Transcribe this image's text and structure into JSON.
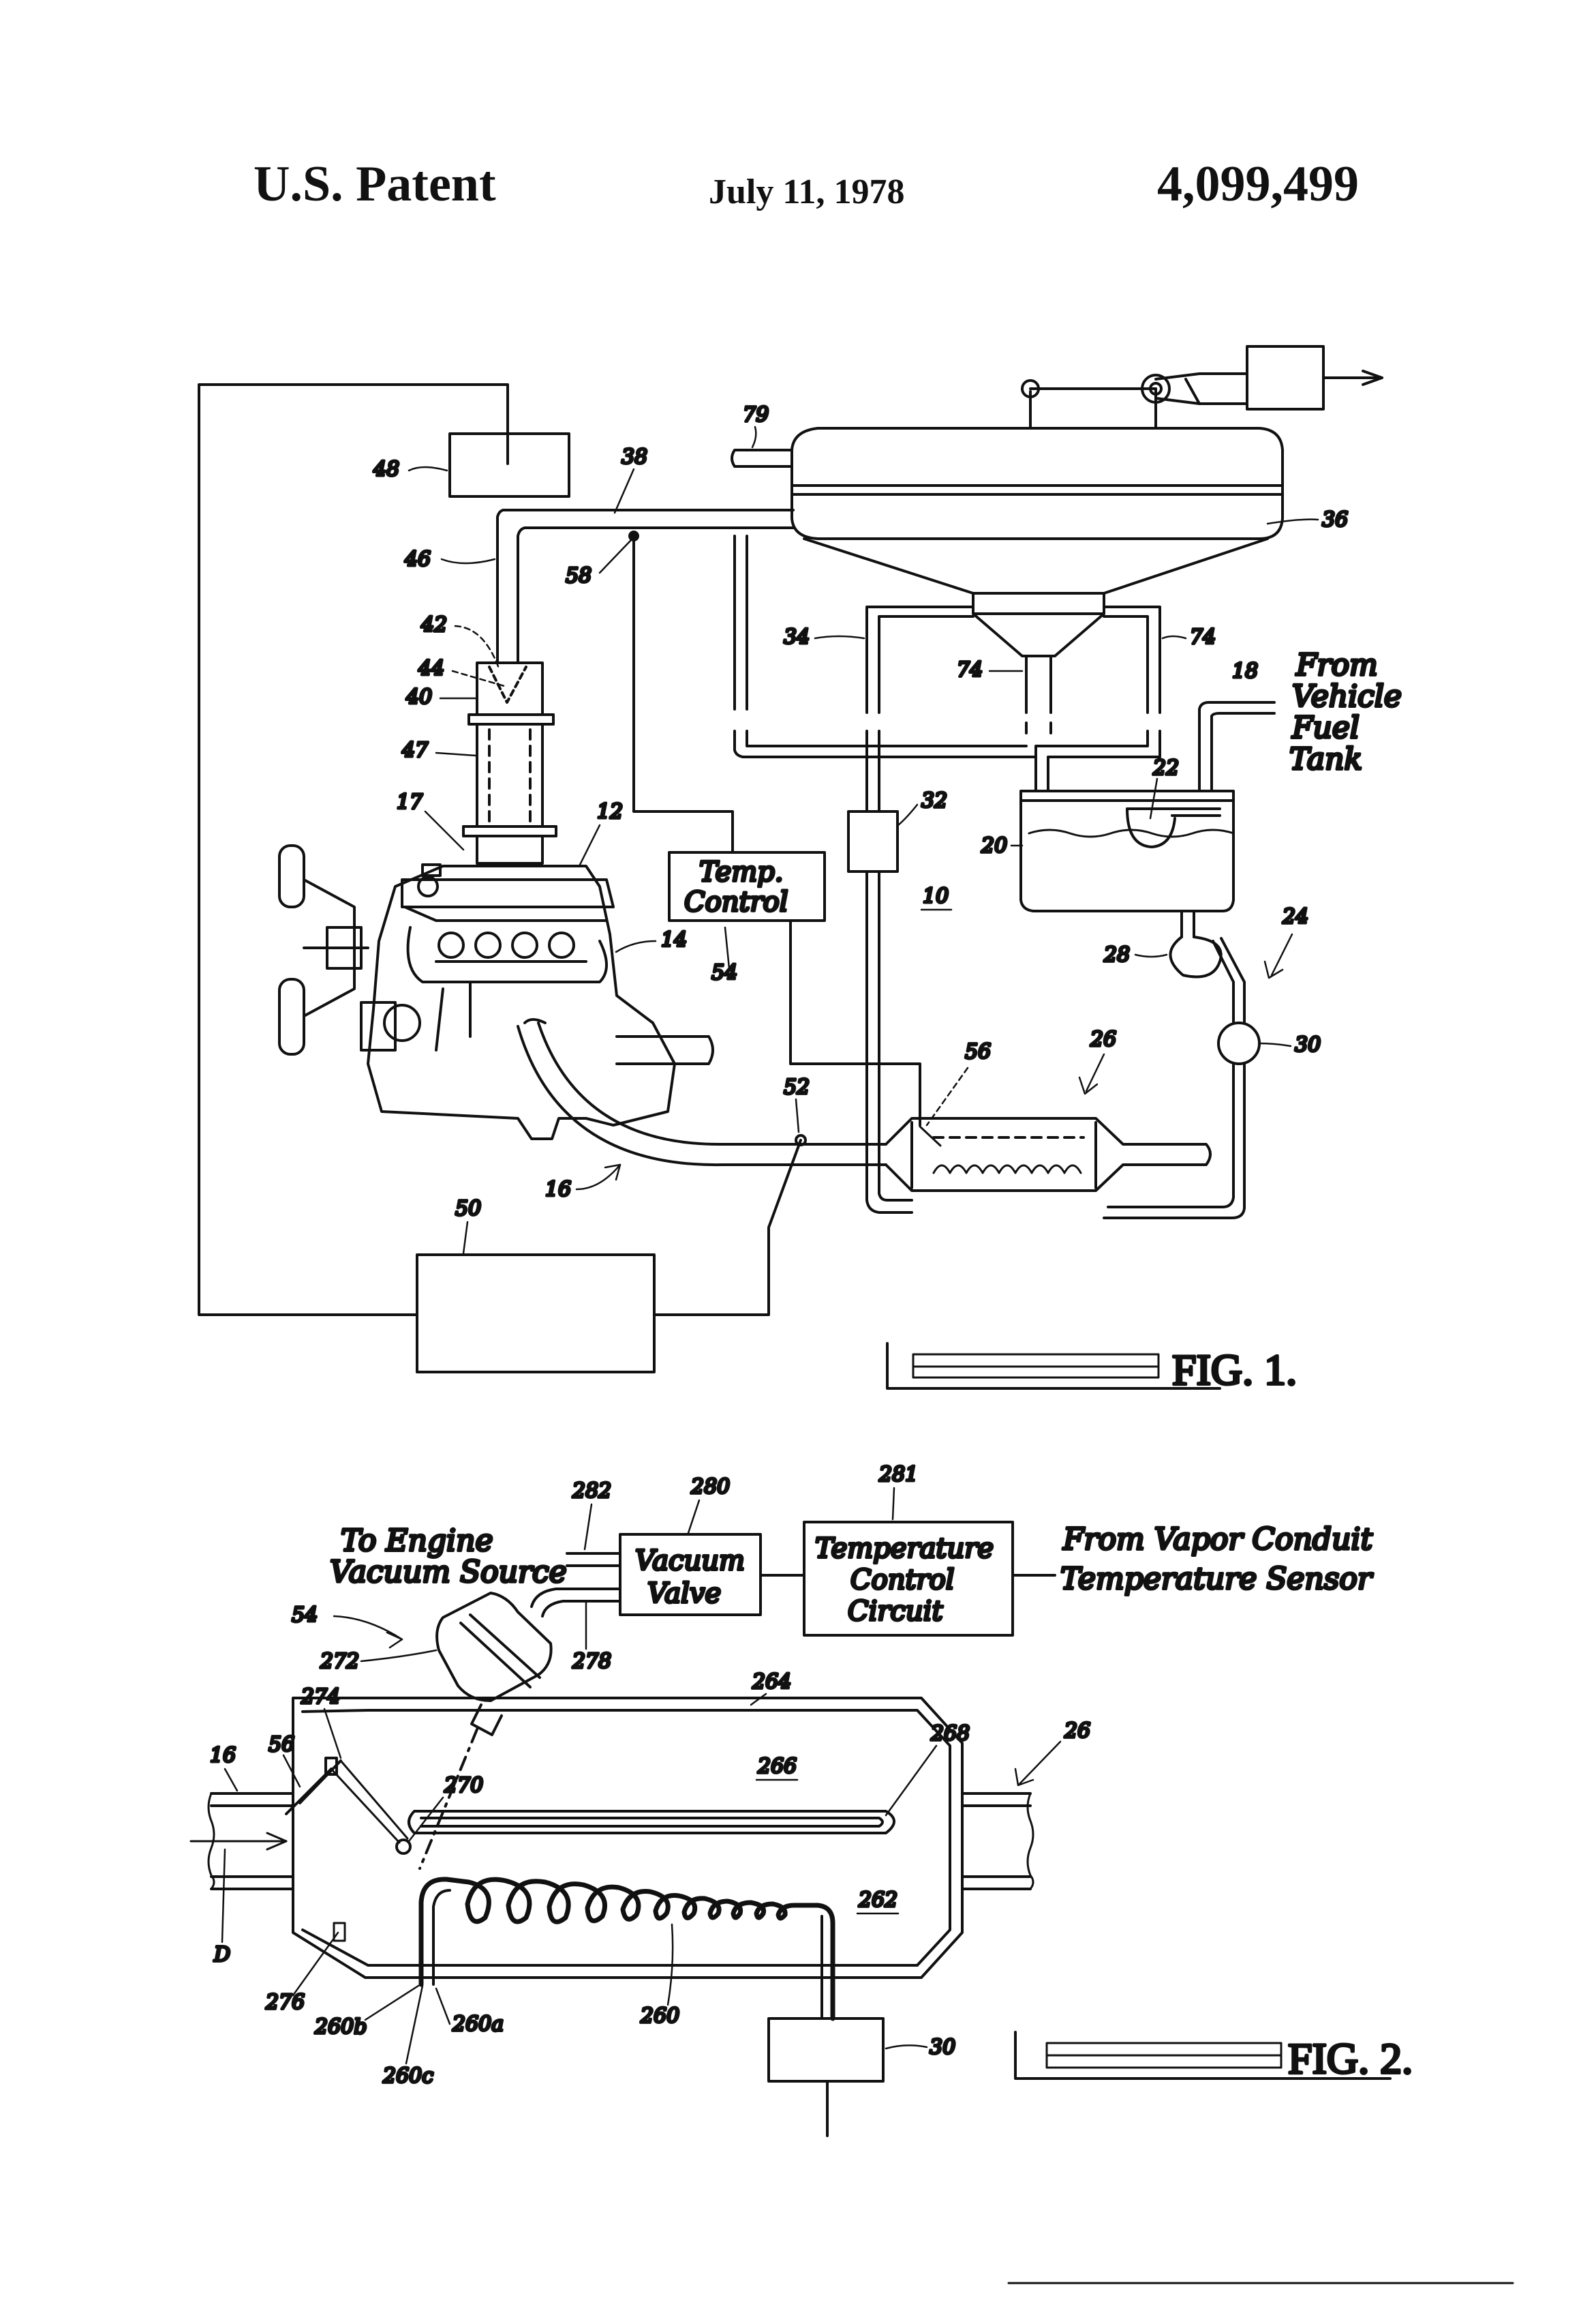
{
  "header": {
    "left": "U.S. Patent",
    "date": "July 11, 1978",
    "number": "4,099,499"
  },
  "figure1": {
    "caption": "FIG. 1.",
    "box_temp_control": [
      "Temp.",
      "Control"
    ],
    "note_from_tank": [
      "From",
      "Vehicle",
      "Fuel",
      "Tank"
    ],
    "refs": {
      "r79": "79",
      "r48": "48",
      "r38": "38",
      "r36": "36",
      "r46": "46",
      "r58": "58",
      "r42": "42",
      "r44": "44",
      "r40": "40",
      "r47": "47",
      "r34a": "34",
      "r74a": "74",
      "r74b": "74",
      "r18": "18",
      "r22": "22",
      "r20": "20",
      "r32": "32",
      "r10": "10",
      "r17": "17",
      "r12": "12",
      "r14": "14",
      "r54": "54",
      "r24": "24",
      "r28": "28",
      "r30": "30",
      "r56": "56",
      "r26": "26",
      "r52": "52",
      "r16": "16",
      "r50": "50"
    }
  },
  "figure2": {
    "caption": "FIG. 2.",
    "box_vacuum_valve": [
      "Vacuum",
      "Valve"
    ],
    "box_temp_circuit": [
      "Temperature",
      "Control",
      "Circuit"
    ],
    "note_engine_vacuum": [
      "To Engine",
      "Vacuum Source"
    ],
    "note_vapor_sensor": [
      "From Vapor Conduit",
      "Temperature Sensor"
    ],
    "refs": {
      "r282": "282",
      "r280": "280",
      "r281": "281",
      "r54": "54",
      "r272": "272",
      "r278": "278",
      "r274": "274",
      "r264": "264",
      "r268": "268",
      "r26": "26",
      "r56": "56",
      "r16": "16",
      "r266": "266",
      "r270": "270",
      "r262": "262",
      "rD": "D",
      "r276": "276",
      "r260b": "260b",
      "r260a": "260a",
      "r260": "260",
      "r30": "30",
      "r260c": "260c"
    }
  }
}
